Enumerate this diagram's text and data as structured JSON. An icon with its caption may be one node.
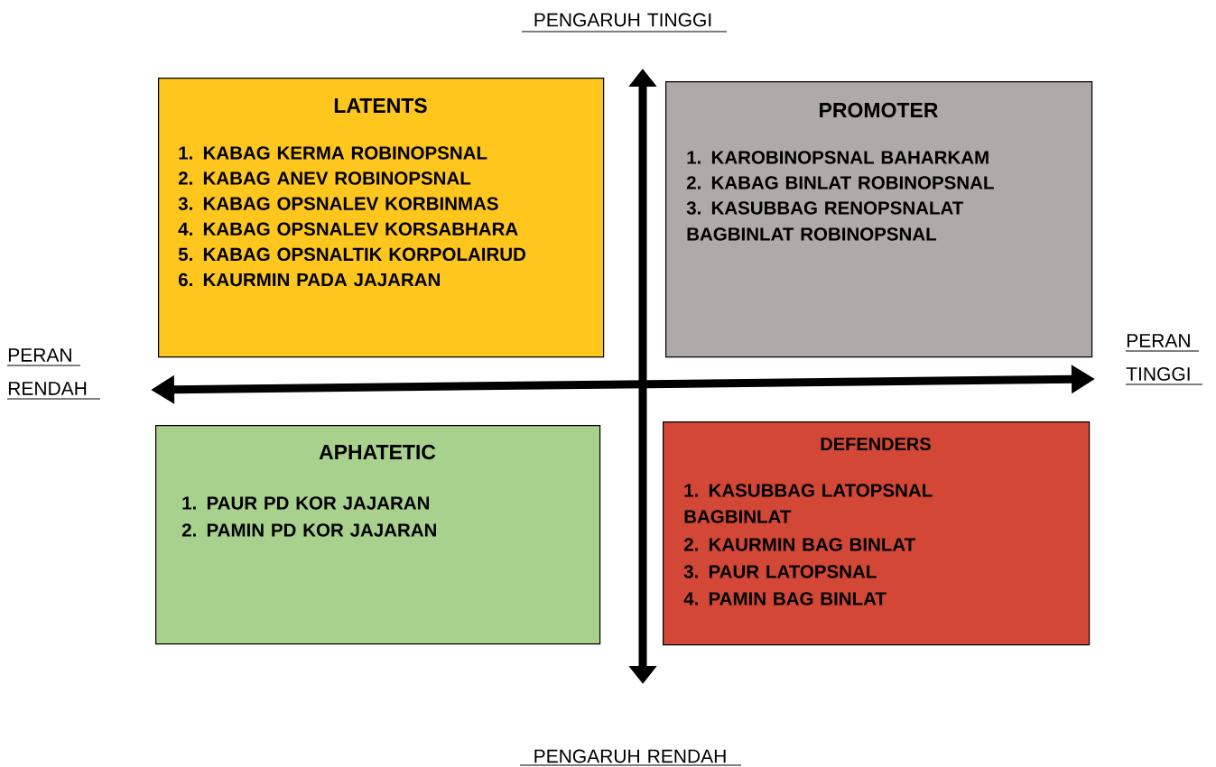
{
  "diagram": {
    "nodes": [
      {
        "text": [
          "LATENTS",
          "1. KABAG KERMA ROBINOPSNAL",
          "2. KABAG ANEV ROBINOPSNAL",
          "3. KABAG OPSNALEV KORBINMAS",
          "4. KABAG OPSNALEV KORSABHARA",
          "5. KABAG OPSNALTIK KORPOLAIRUD",
          "6. KAURMIN PADA JAJARAN"
        ]
      },
      {
        "text": [
          "PROMOTER",
          "1. KAROBINOPSNAL BAHARKAM",
          "2. KABAG BINLAT ROBINOPSNAL",
          "3. KASUBBAG RENOPSNALAT BAGBINLAT ROBINOPSNAL"
        ]
      },
      {
        "text": [
          "APHATETIC",
          "1. PAUR PD KOR JAJARAN",
          "2. PAMIN PD KOR JAJARAN"
        ]
      },
      {
        "text": [
          "DEFENDERS",
          "1. KASUBBAG LATOPSNAL BAGBINLAT",
          "2. KAURMIN BAG BINLAT",
          "3. PAUR LATOPSNAL",
          "4. PAMIN BAG BINLAT"
        ]
      }
    ],
    "labels": [
      "PENGARUH TINGGI",
      "PERAN RENDAH",
      "PERAN TINGGI",
      "PENGARUH RENDAH"
    ]
  }
}
